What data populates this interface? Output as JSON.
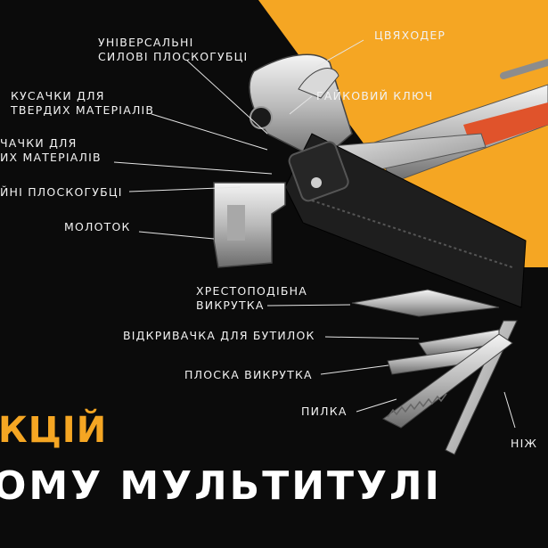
{
  "labels": {
    "pliers_universal": [
      "УНІВЕРСАЛЬНІ",
      "СИЛОВІ ПЛОСКОГУБЦІ"
    ],
    "awl": "ЦВЯХОДЕР",
    "wire_cutter_hard": [
      "КУСАЧКИ  ДЛЯ",
      "ТВЕРДИХ МАТЕРІАЛІВ"
    ],
    "wrench": "ГАЙКОВИЙ КЛЮЧ",
    "wire_cutter_soft": [
      "ЧАЧКИ ДЛЯ",
      "ИХ МАТЕРІАЛІВ"
    ],
    "needle_nose": "ЙНІ ПЛОСКОГУБЦІ",
    "hammer": "МОЛОТОК",
    "phillips": [
      "ХРЕСТОПОДІБНА",
      "ВИКРУТКА"
    ],
    "bottle_opener": "ВІДКРИВАЧКА  ДЛЯ БУТИЛОК",
    "flat_screwdriver": "ПЛОСКА ВИКРУТКА",
    "saw": "ПИЛКА",
    "knife": "НІЖ"
  },
  "headline": {
    "line1": "КЦІЙ",
    "line2": "ОМУ МУЛЬТИТУЛІ"
  },
  "colors": {
    "background": "#0b0b0b",
    "accent": "#f5a623",
    "text": "#f2f2f2"
  }
}
